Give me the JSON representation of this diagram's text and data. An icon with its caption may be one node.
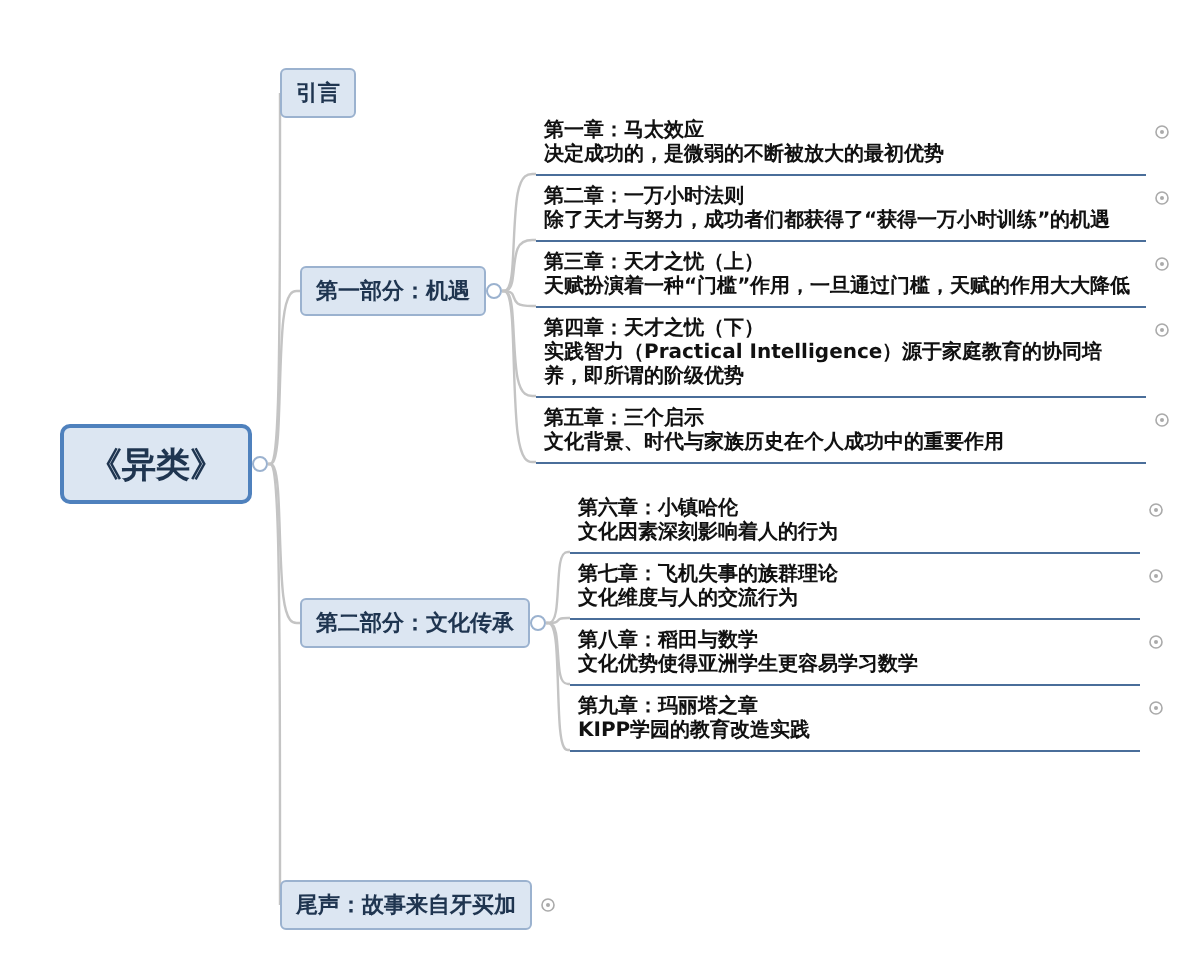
{
  "diagram": {
    "nodes": [
      {
        "text": [
          "《异类》"
        ]
      },
      {
        "text": [
          "引言"
        ]
      },
      {
        "text": [
          "第一部分：机遇"
        ]
      },
      {
        "text": [
          "第一章：马太效应",
          "决定成功的，是微弱的不断被放大的最初优势"
        ]
      },
      {
        "text": [
          "第二章：一万小时法则",
          "除了天才与努力，成功者们都获得了“获得一万小时训练”的机遇"
        ]
      },
      {
        "text": [
          "第三章：天才之忧（上）",
          "天赋扮演着一种“门槛”作用，一旦通过门槛，天赋的作用大大降低"
        ]
      },
      {
        "text": [
          "第四章：天才之忧（下）",
          "实践智力（Practical Intelligence）源于家庭教育的协同培养，即所谓的阶级优势"
        ]
      },
      {
        "text": [
          "第五章：三个启示",
          "文化背景、时代与家族历史在个人成功中的重要作用"
        ]
      },
      {
        "text": [
          "第二部分：文化传承"
        ]
      },
      {
        "text": [
          "第六章：小镇哈伦",
          "文化因素深刻影响着人的行为"
        ]
      },
      {
        "text": [
          "第七章：飞机失事的族群理论",
          "文化维度与人的交流行为"
        ]
      },
      {
        "text": [
          "第八章：稻田与数学",
          "文化优势使得亚洲学生更容易学习数学"
        ]
      },
      {
        "text": [
          "第九章：玛丽塔之章",
          "KIPP学园的教育改造实践"
        ]
      },
      {
        "text": [
          "尾声：故事来自牙买加"
        ]
      }
    ],
    "edges": [
      {
        "from": 0,
        "to": 1,
        "arrow": "none"
      },
      {
        "from": 0,
        "to": 2,
        "arrow": "none"
      },
      {
        "from": 2,
        "to": 3,
        "arrow": "none"
      },
      {
        "from": 2,
        "to": 4,
        "arrow": "none"
      },
      {
        "from": 2,
        "to": 5,
        "arrow": "none"
      },
      {
        "from": 2,
        "to": 6,
        "arrow": "none"
      },
      {
        "from": 2,
        "to": 7,
        "arrow": "none"
      },
      {
        "from": 0,
        "to": 8,
        "arrow": "none"
      },
      {
        "from": 8,
        "to": 9,
        "arrow": "none"
      },
      {
        "from": 8,
        "to": 10,
        "arrow": "none"
      },
      {
        "from": 8,
        "to": 11,
        "arrow": "none"
      },
      {
        "from": 8,
        "to": 12,
        "arrow": "none"
      },
      {
        "from": 0,
        "to": 13,
        "arrow": "none"
      }
    ]
  }
}
